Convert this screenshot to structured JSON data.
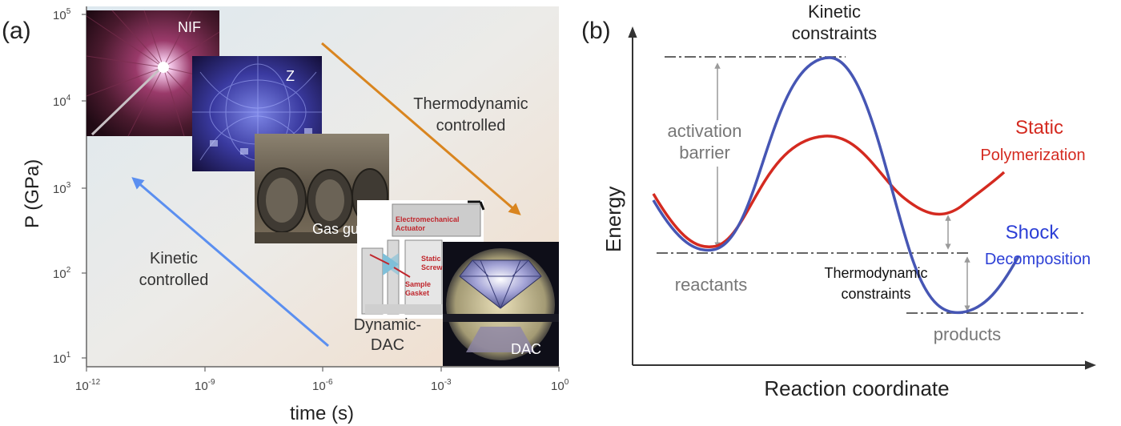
{
  "panel_a": {
    "label": "(a)",
    "ylabel": "P (GPa)",
    "xlabel": "time (s)",
    "y_ticks": [
      {
        "base": "10",
        "exp": "1"
      },
      {
        "base": "10",
        "exp": "2"
      },
      {
        "base": "10",
        "exp": "3"
      },
      {
        "base": "10",
        "exp": "4"
      },
      {
        "base": "10",
        "exp": "5"
      }
    ],
    "x_ticks": [
      {
        "base": "10",
        "exp": "-12"
      },
      {
        "base": "10",
        "exp": "-9"
      },
      {
        "base": "10",
        "exp": "-6"
      },
      {
        "base": "10",
        "exp": "-3"
      },
      {
        "base": "10",
        "exp": "0"
      }
    ],
    "photos": {
      "nif": "NIF",
      "z": "Z",
      "gas_gun": "Gas gun",
      "dac": "DAC"
    },
    "ddac_diagram": {
      "actuator": "Electromechanical\nActuator",
      "screw": "Static\nScrew",
      "sample": "Sample\nGasket"
    },
    "ddac_label_1": "Dynamic-",
    "ddac_label_2": "DAC",
    "thermo_label_1": "Thermodynamic",
    "thermo_label_2": "controlled",
    "kinetic_label_1": "Kinetic",
    "kinetic_label_2": "controlled",
    "colors": {
      "kinetic_arrow": "#5b8ff0",
      "thermo_arrow": "#d9851f"
    }
  },
  "panel_b": {
    "label": "(b)",
    "ylabel": "Energy",
    "xlabel": "Reaction coordinate",
    "kinetic_1": "Kinetic",
    "kinetic_2": "constraints",
    "activation_1": "activation",
    "activation_2": "barrier",
    "static_1": "Static",
    "static_2": "Polymerization",
    "shock_1": "Shock",
    "shock_2": "Decomposition",
    "thermo_1": "Thermodynamic",
    "thermo_2": "constraints",
    "reactants": "reactants",
    "products": "products",
    "colors": {
      "static": "#d42a20",
      "shock": "#4656b4"
    }
  }
}
